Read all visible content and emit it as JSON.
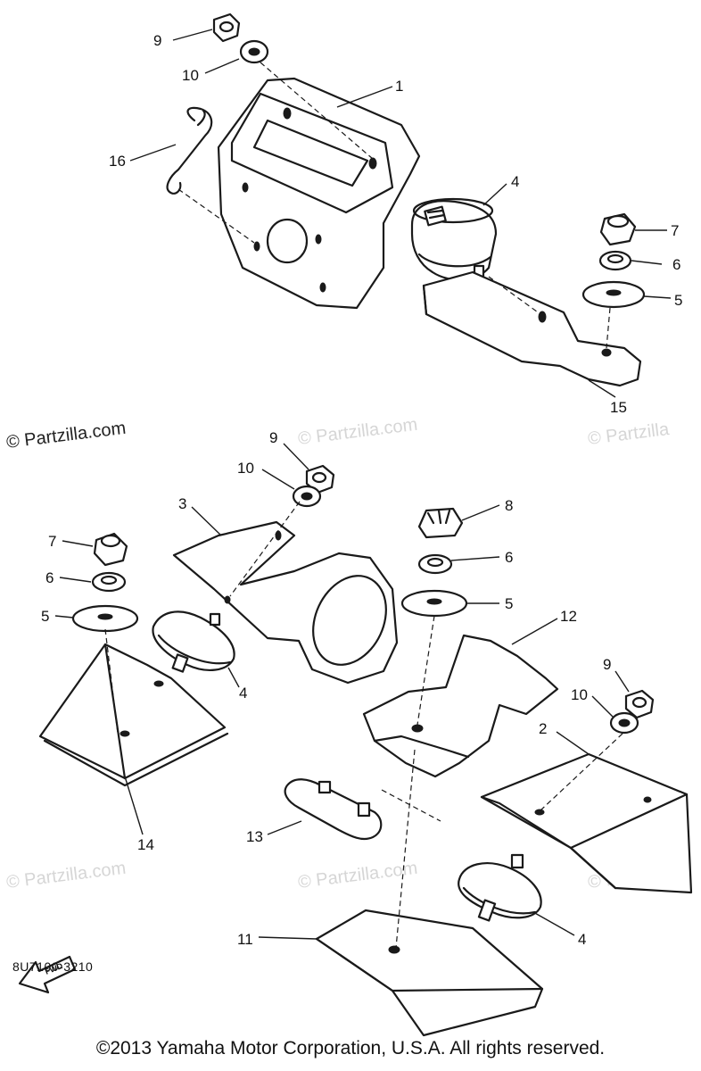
{
  "diagram": {
    "callouts": [
      "1",
      "2",
      "3",
      "4",
      "5",
      "6",
      "7",
      "8",
      "9",
      "10",
      "11",
      "12",
      "13",
      "14",
      "15",
      "16"
    ],
    "fwd_label": "FWD"
  },
  "watermarks": {
    "primary": "© Partzilla.com",
    "secondary": "© Partzilla.com",
    "edge": "© Partzilla"
  },
  "footer": {
    "part_code": "8U7100-3210",
    "copyright": "©2013 Yamaha Motor Corporation, U.S.A. All rights reserved."
  }
}
